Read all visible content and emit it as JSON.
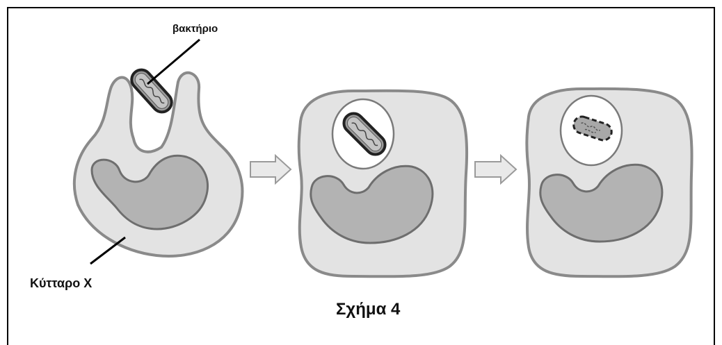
{
  "labels": {
    "bacterium": "βακτήριο",
    "cell": "Κύτταρο X"
  },
  "caption": "Σχήμα 4",
  "colors": {
    "cell_fill": "#e3e3e3",
    "cell_stroke": "#8a8a8a",
    "nucleus_fill": "#b3b3b3",
    "nucleus_stroke": "#6e6e6e",
    "bacterium_fill": "#9c9c9c",
    "arrow_fill": "#e9e9e9"
  },
  "stages": [
    "engulfing",
    "phagosome",
    "digestion"
  ]
}
